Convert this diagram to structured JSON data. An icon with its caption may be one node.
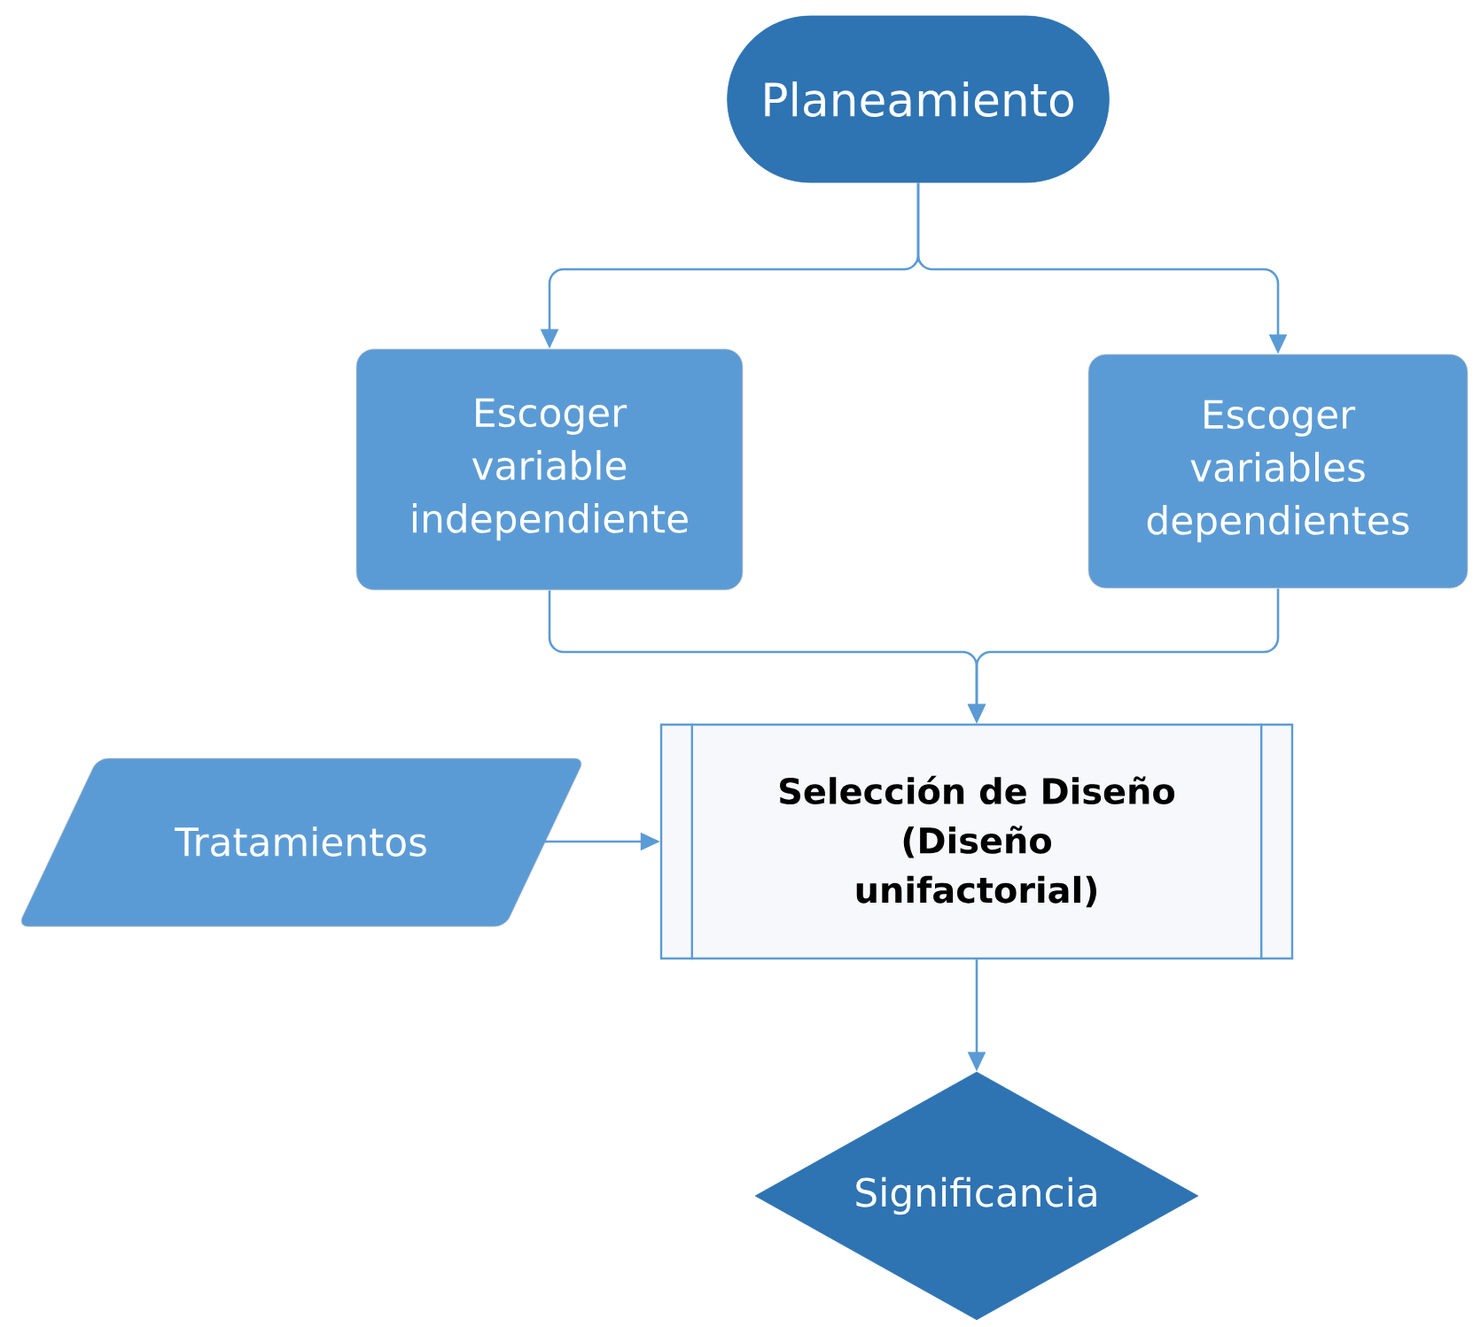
{
  "diagram": {
    "nodes": [
      {
        "text": [
          "Planeamiento"
        ]
      },
      {
        "text": [
          "Escoger variable independiente"
        ]
      },
      {
        "text": [
          "Escoger variables dependientes"
        ]
      },
      {
        "text": [
          "Tratamientos"
        ]
      },
      {
        "text": [
          "Selección de Diseño (Diseño unifactorial)"
        ]
      },
      {
        "text": [
          "Significancia"
        ]
      }
    ],
    "edges": [
      {
        "from": 0,
        "to": 1,
        "arrow": "to"
      },
      {
        "from": 0,
        "to": 2,
        "arrow": "to"
      },
      {
        "from": 1,
        "to": 4,
        "arrow": "to"
      },
      {
        "from": 2,
        "to": 4,
        "arrow": "to"
      },
      {
        "from": 3,
        "to": 4,
        "arrow": "to"
      },
      {
        "from": 4,
        "to": 5,
        "arrow": "to"
      }
    ]
  }
}
